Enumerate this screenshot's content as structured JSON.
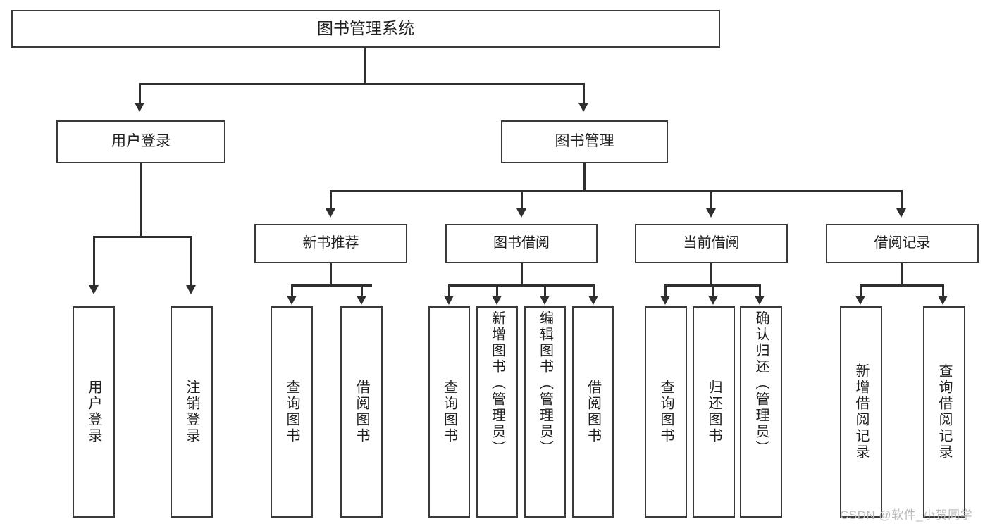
{
  "diagram": {
    "type": "tree-hierarchy",
    "title": "图书管理系统",
    "root": {
      "label": "图书管理系统"
    },
    "level1": [
      {
        "label": "用户登录"
      },
      {
        "label": "图书管理"
      }
    ],
    "level2": [
      {
        "label": "新书推荐"
      },
      {
        "label": "图书借阅"
      },
      {
        "label": "当前借阅"
      },
      {
        "label": "借阅记录"
      }
    ],
    "leaves": {
      "user_login": [
        {
          "label": "用户登录"
        },
        {
          "label": "注销登录"
        }
      ],
      "new_book_recommend": [
        {
          "label": "查询图书"
        },
        {
          "label": "借阅图书"
        }
      ],
      "book_borrow": [
        {
          "label": "查询图书"
        },
        {
          "label": "新增图书（管理员）"
        },
        {
          "label": "编辑图书（管理员）"
        },
        {
          "label": "借阅图书"
        }
      ],
      "current_borrow": [
        {
          "label": "查询图书"
        },
        {
          "label": "归还图书"
        },
        {
          "label": "确认归还（管理员）"
        }
      ],
      "borrow_record": [
        {
          "label": "新增借阅记录"
        },
        {
          "label": "查询借阅记录"
        }
      ]
    }
  },
  "watermark": {
    "text": "CSDN @软件_小贺同学"
  },
  "colors": {
    "border": "#3a3a3a",
    "connector": "#2f2f2f",
    "text": "#1f1f1f",
    "background": "#ffffff",
    "watermark": "#bcbcbc"
  }
}
